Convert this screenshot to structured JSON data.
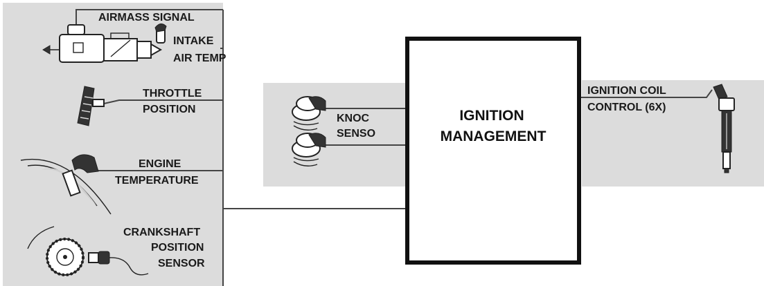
{
  "inputs": {
    "airmass": "AIRMASS SIGNAL",
    "intake_line1": "INTAKE",
    "intake_line2": "AIR TEMP",
    "throttle_line1": "THROTTLE",
    "throttle_line2": "POSITION",
    "engine_line1": "ENGINE",
    "engine_line2": "TEMPERATURE",
    "crank_line1": "CRANKSHAFT",
    "crank_line2": "POSITION",
    "crank_line3": "SENSOR"
  },
  "knock": {
    "line1": "KNOC",
    "line2": "SENSO"
  },
  "module": {
    "line1": "IGNITION",
    "line2": "MANAGEMENT"
  },
  "output": {
    "line1": "IGNITION COIL",
    "line2": "CONTROL (6X)"
  },
  "colors": {
    "panel": "#dcdcdc",
    "ink": "#222222"
  }
}
